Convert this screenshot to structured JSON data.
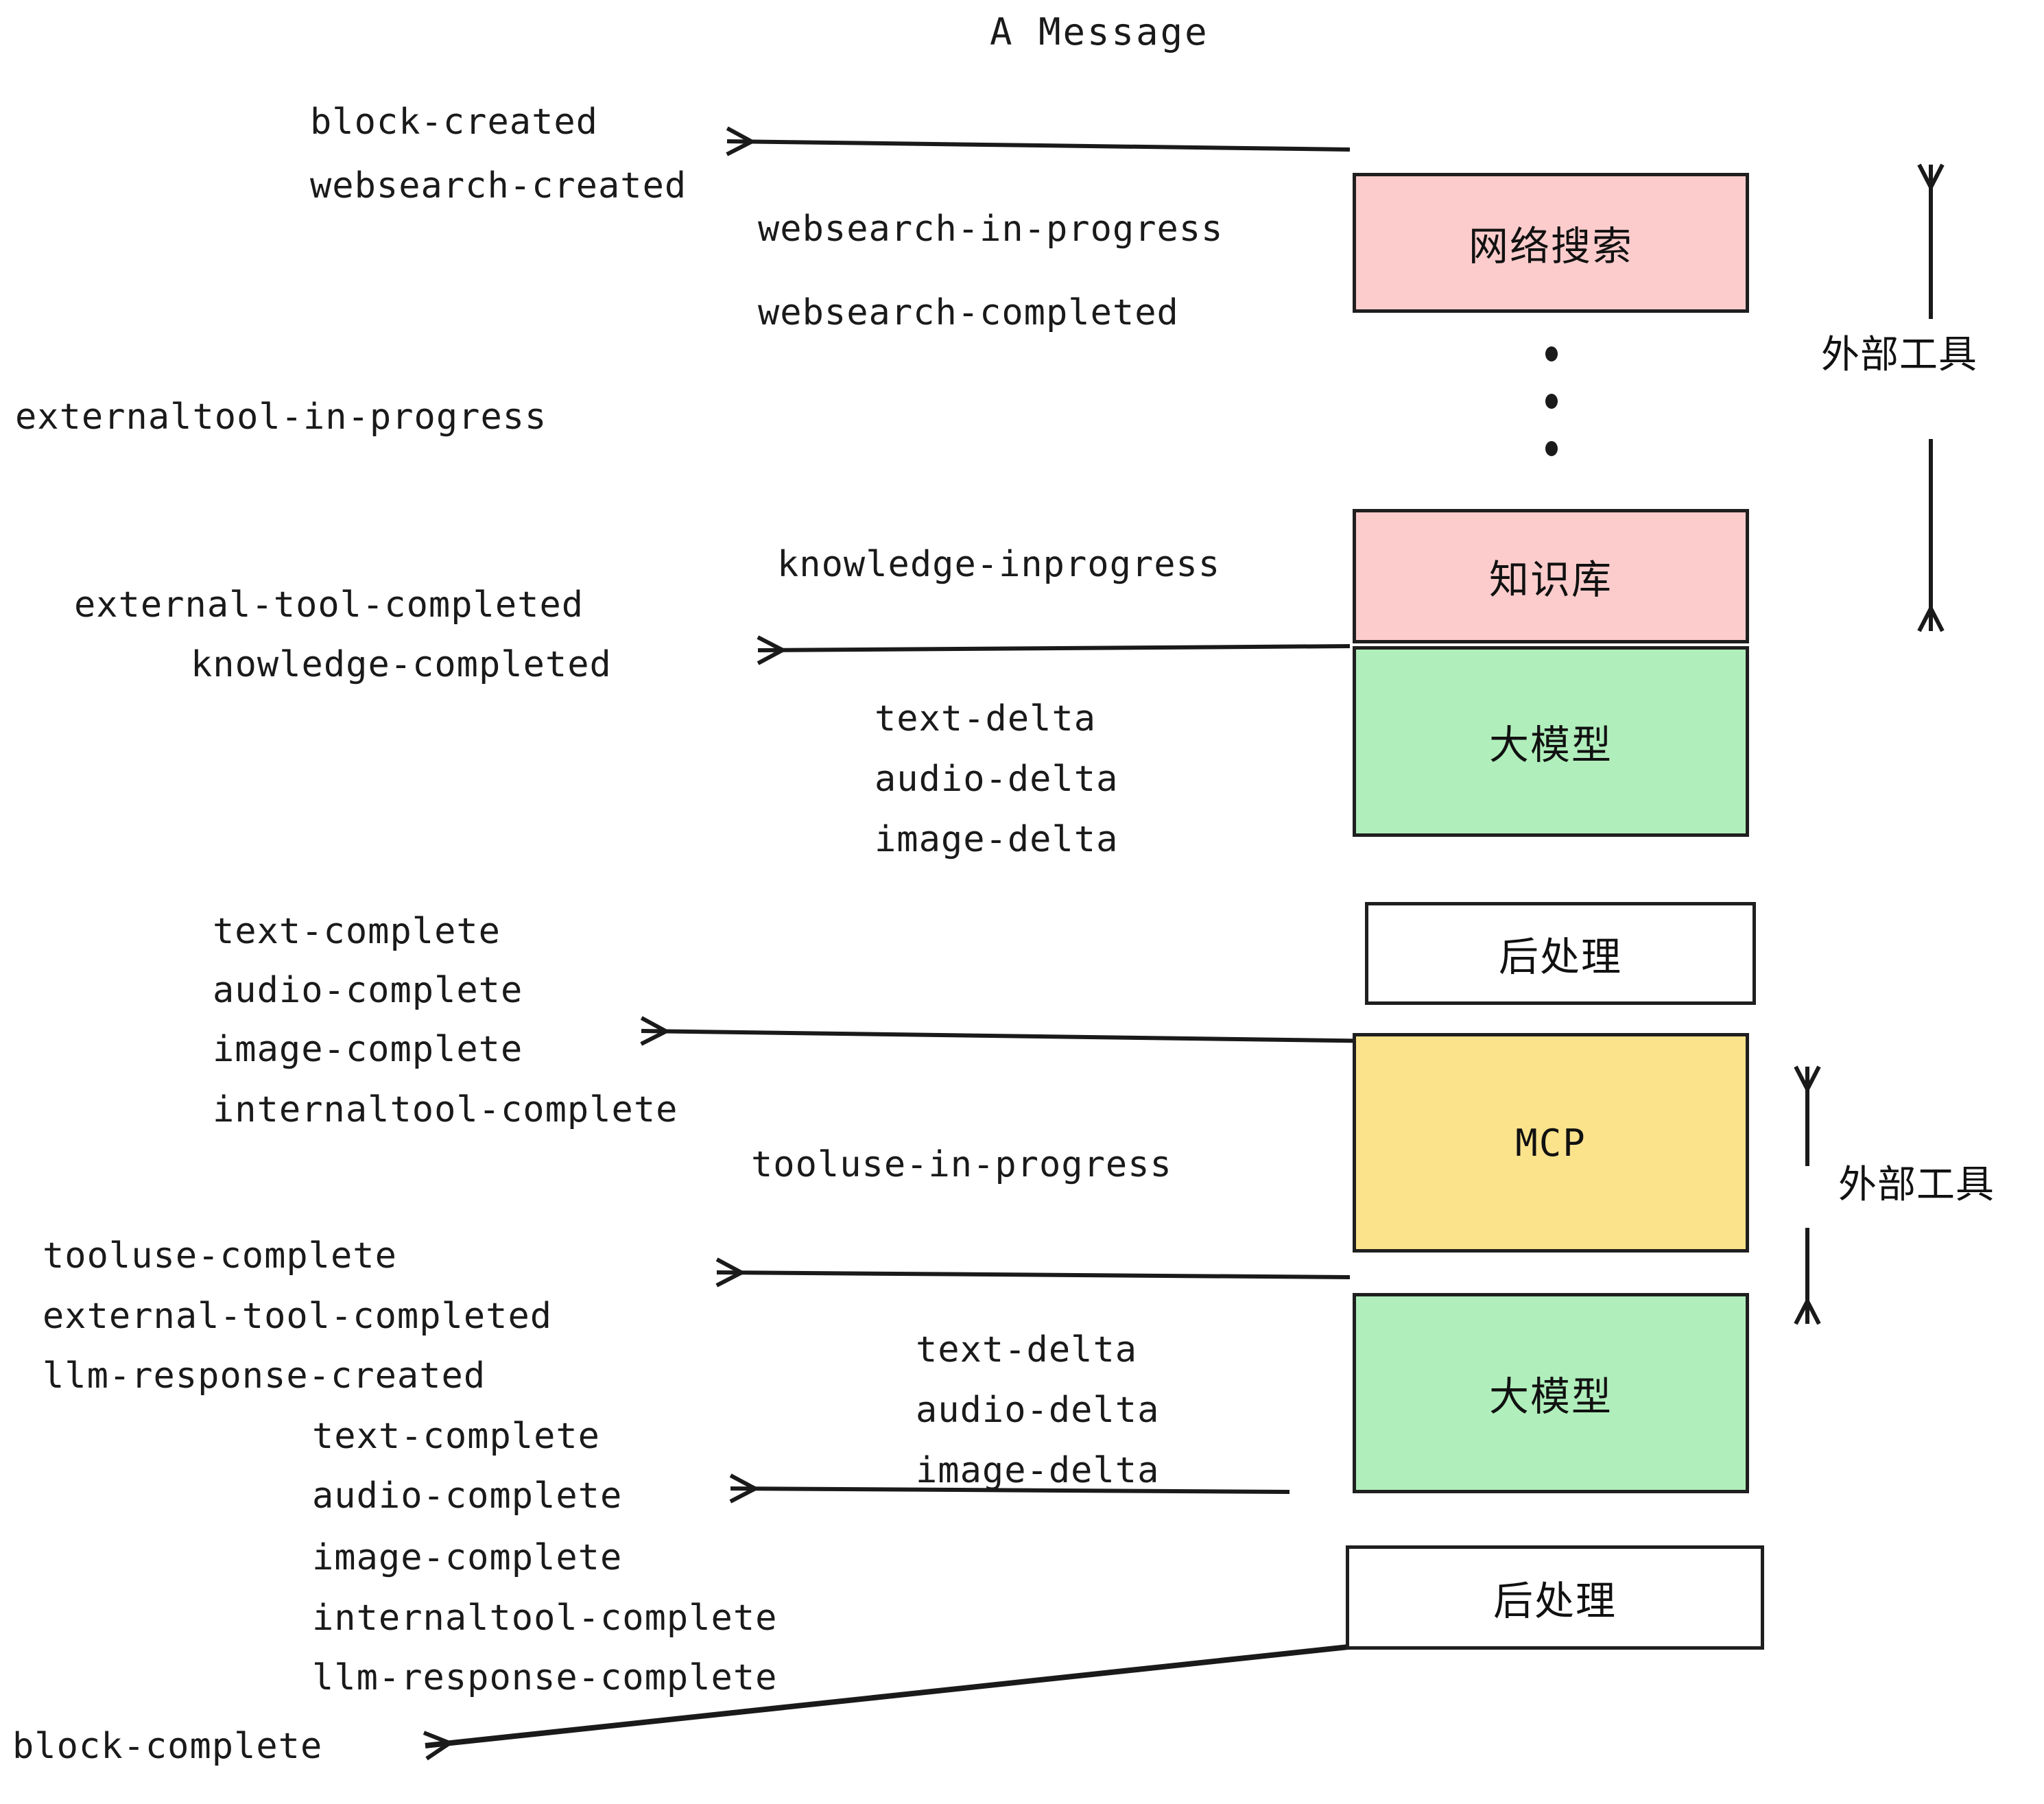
{
  "title": "A Message",
  "colors": {
    "pink": "#fccccc",
    "green": "#b0eebb",
    "yellow": "#fbe38c",
    "white": "#ffffff",
    "stroke": "#1f1f1f",
    "text": "#1a1a1a"
  },
  "nodes": [
    {
      "id": "websearch",
      "label": "网络搜索",
      "fill": "#fccccc"
    },
    {
      "id": "knowledge",
      "label": "知识库",
      "fill": "#fccccc"
    },
    {
      "id": "llm1",
      "label": "大模型",
      "fill": "#b0eebb"
    },
    {
      "id": "post1",
      "label": "后处理",
      "fill": "#ffffff"
    },
    {
      "id": "mcp",
      "label": "MCP",
      "fill": "#fbe38c"
    },
    {
      "id": "llm2",
      "label": "大模型",
      "fill": "#b0eebb"
    },
    {
      "id": "post2",
      "label": "后处理",
      "fill": "#ffffff"
    }
  ],
  "side_labels": [
    {
      "id": "external-tool-top",
      "label": "外部工具"
    },
    {
      "id": "external-tool-bottom",
      "label": "外部工具"
    }
  ],
  "events": [
    {
      "id": "block-created",
      "label": "block-created"
    },
    {
      "id": "websearch-created",
      "label": "websearch-created"
    },
    {
      "id": "websearch-in-progress",
      "label": "websearch-in-progress"
    },
    {
      "id": "websearch-completed",
      "label": "websearch-completed"
    },
    {
      "id": "externaltool-in-progress",
      "label": "externaltool-in-progress"
    },
    {
      "id": "knowledge-inprogress",
      "label": "knowledge-inprogress"
    },
    {
      "id": "external-tool-completed-1",
      "label": "external-tool-completed"
    },
    {
      "id": "knowledge-completed",
      "label": "knowledge-completed"
    },
    {
      "id": "text-delta-1",
      "label": "text-delta"
    },
    {
      "id": "audio-delta-1",
      "label": "audio-delta"
    },
    {
      "id": "image-delta-1",
      "label": "image-delta"
    },
    {
      "id": "text-complete-1",
      "label": "text-complete"
    },
    {
      "id": "audio-complete-1",
      "label": "audio-complete"
    },
    {
      "id": "image-complete-1",
      "label": "image-complete"
    },
    {
      "id": "internaltool-complete-1",
      "label": "internaltool-complete"
    },
    {
      "id": "tooluse-in-progress",
      "label": "tooluse-in-progress"
    },
    {
      "id": "tooluse-complete",
      "label": "tooluse-complete"
    },
    {
      "id": "external-tool-completed-2",
      "label": "external-tool-completed"
    },
    {
      "id": "llm-response-created",
      "label": "llm-response-created"
    },
    {
      "id": "text-delta-2",
      "label": "text-delta"
    },
    {
      "id": "audio-delta-2",
      "label": "audio-delta"
    },
    {
      "id": "image-delta-2",
      "label": "image-delta"
    },
    {
      "id": "text-complete-2",
      "label": "text-complete"
    },
    {
      "id": "audio-complete-2",
      "label": "audio-complete"
    },
    {
      "id": "image-complete-2",
      "label": "image-complete"
    },
    {
      "id": "internaltool-complete-2",
      "label": "internaltool-complete"
    },
    {
      "id": "llm-response-complete",
      "label": "llm-response-complete"
    },
    {
      "id": "block-complete",
      "label": "block-complete"
    }
  ]
}
